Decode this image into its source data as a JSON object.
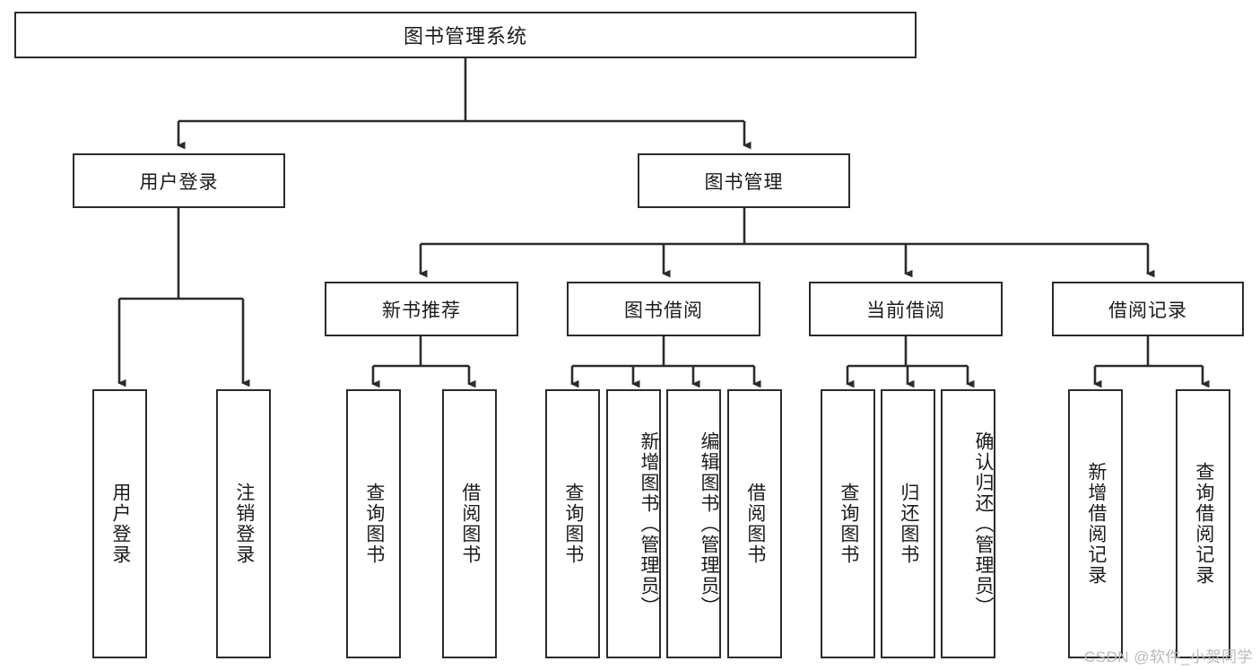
{
  "diagram": {
    "title": "图书管理系统",
    "type": "hierarchy-tree",
    "watermark": "CSDN @软件_小贺同学",
    "colors": {
      "stroke": "#2b2b2b",
      "fill": "#ffffff",
      "text": "#1b1b1b",
      "watermark": "#b9b9b9"
    },
    "root": {
      "label": "图书管理系统"
    },
    "level2": [
      {
        "id": "user-login",
        "label": "用户登录"
      },
      {
        "id": "book-manage",
        "label": "图书管理"
      }
    ],
    "level3": [
      {
        "id": "new-book-recommend",
        "label": "新书推荐"
      },
      {
        "id": "book-borrow",
        "label": "图书借阅"
      },
      {
        "id": "current-borrow",
        "label": "当前借阅"
      },
      {
        "id": "borrow-record",
        "label": "借阅记录"
      }
    ],
    "leaves": {
      "user_login": [
        {
          "id": "leaf-user-login",
          "label": "用户登录"
        },
        {
          "id": "leaf-logout",
          "label": "注销登录"
        }
      ],
      "new_book_recommend": [
        {
          "id": "leaf-query-book-1",
          "label": "查询图书"
        },
        {
          "id": "leaf-borrow-book-1",
          "label": "借阅图书"
        }
      ],
      "book_borrow": [
        {
          "id": "leaf-query-book-2",
          "label": "查询图书"
        },
        {
          "id": "leaf-add-book",
          "label": "新增图书（管理员）"
        },
        {
          "id": "leaf-edit-book",
          "label": "编辑图书（管理员）"
        },
        {
          "id": "leaf-borrow-book-2",
          "label": "借阅图书"
        }
      ],
      "current_borrow": [
        {
          "id": "leaf-query-book-3",
          "label": "查询图书"
        },
        {
          "id": "leaf-return-book",
          "label": "归还图书"
        },
        {
          "id": "leaf-confirm-return",
          "label": "确认归还（管理员）"
        }
      ],
      "borrow_record": [
        {
          "id": "leaf-add-record",
          "label": "新增借阅记录"
        },
        {
          "id": "leaf-query-record",
          "label": "查询借阅记录"
        }
      ]
    }
  }
}
